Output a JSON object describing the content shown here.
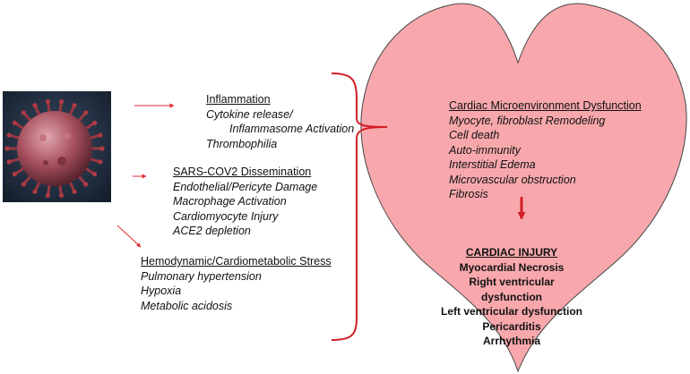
{
  "colors": {
    "heart_fill": "#f8a8ac",
    "heart_stroke": "#474747",
    "arrow": "#e0282f",
    "bracket": "#d21f26",
    "virus_bg": "#1c2b3e",
    "virus_spike": "#b23a45"
  },
  "icons": {
    "virus": "coronavirus-particle-image",
    "heart": "heart-shape"
  },
  "inflammation": {
    "title": "Inflammation",
    "lines": [
      "Cytokine release/",
      "Inflammasome Activation",
      "Thrombophilia"
    ]
  },
  "dissemination": {
    "title": "SARS-COV2 Dissemination",
    "lines": [
      "Endothelial/Pericyte Damage",
      "Macrophage Activation",
      "Cardiomyocyte Injury",
      "ACE2 depletion"
    ]
  },
  "hemodynamic": {
    "title": "Hemodynamic/Cardiometabolic Stress",
    "lines": [
      "Pulmonary hypertension",
      "Hypoxia",
      "Metabolic acidosis"
    ]
  },
  "microenvironment": {
    "title": "Cardiac Microenvironment Dysfunction",
    "lines": [
      "Myocyte, fibroblast Remodeling",
      "Cell death",
      "Auto-immunity",
      "Interstitial Edema",
      "Microvascular obstruction",
      "Fibrosis"
    ]
  },
  "injury": {
    "title": "CARDIAC INJURY",
    "lines": [
      "Myocardial Necrosis",
      "Right ventricular dysfunction",
      "Left ventricular dysfunction",
      "Pericarditis",
      "Arrhythmia"
    ]
  }
}
